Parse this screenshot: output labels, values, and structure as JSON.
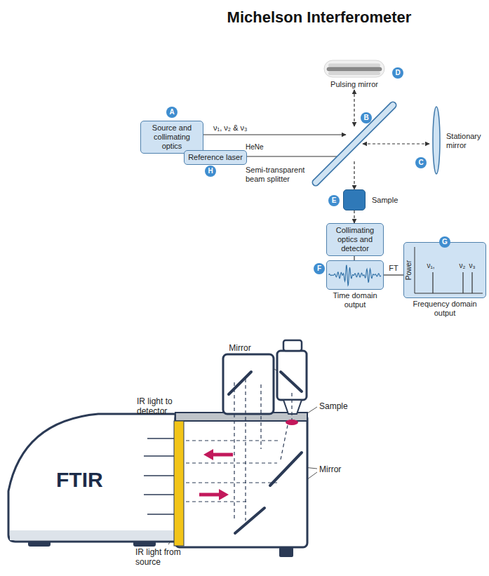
{
  "diagram": {
    "title": "Michelson Interferometer",
    "nodes": [
      {
        "text": [
          "Source and collimating optics"
        ]
      },
      {
        "text": [
          "Reference laser"
        ]
      },
      {
        "text": [
          "Pulsing mirror"
        ]
      },
      {
        "text": [
          "Semi-transparent beam splitter"
        ]
      },
      {
        "text": [
          "Stationary mirror"
        ]
      },
      {
        "text": [
          "Sample"
        ]
      },
      {
        "text": [
          "Collimating optics and detector"
        ]
      },
      {
        "text": [
          "Time domain output"
        ]
      },
      {
        "text": [
          "Frequency domain output"
        ]
      }
    ],
    "edges": [
      {
        "from": 0,
        "to": 3,
        "arrow": "to",
        "label": "ν₁, ν₂ & ν₃"
      },
      {
        "from": 1,
        "to": 3,
        "arrow": "to"
      },
      {
        "from": 3,
        "to": 2,
        "arrow": "both"
      },
      {
        "from": 3,
        "to": 4,
        "arrow": "both"
      },
      {
        "from": 3,
        "to": 5,
        "arrow": "to"
      },
      {
        "from": 5,
        "to": 6,
        "arrow": "to"
      },
      {
        "from": 6,
        "to": 7,
        "arrow": "none"
      },
      {
        "from": 7,
        "to": 8,
        "arrow": "none",
        "label": "FT"
      }
    ],
    "labels": [
      "A",
      "B",
      "C",
      "D",
      "E",
      "F",
      "G",
      "H",
      "HeNe",
      "Power",
      "ν₁,",
      "ν₂",
      "ν₃",
      "FTIR",
      "Mirror",
      "IR light to detector",
      "Sample",
      "Mirror",
      "IR light from source"
    ]
  }
}
